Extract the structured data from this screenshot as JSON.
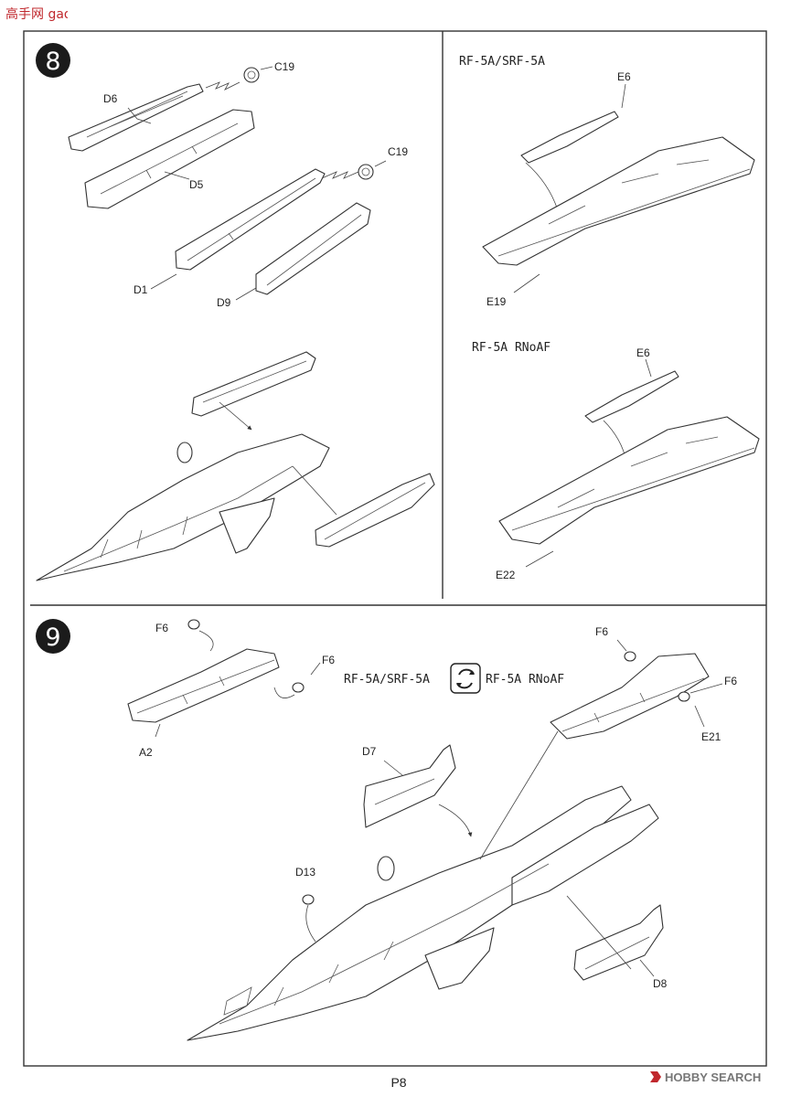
{
  "watermark_top": "高手网 gao.shou.com",
  "watermark_bottom": "HOBBY SEARCH",
  "page_number": "P8",
  "step8": {
    "number": "8",
    "left_labels": {
      "c19_a": "C19",
      "c19_b": "C19",
      "d6": "D6",
      "d5": "D5",
      "d1": "D1",
      "d9": "D9"
    },
    "variant_a": {
      "header": "RF-5A/SRF-5A",
      "e6": "E6",
      "e19": "E19"
    },
    "variant_b": {
      "header": "RF-5A RNoAF",
      "e6": "E6",
      "e22": "E22"
    }
  },
  "step9": {
    "number": "9",
    "variant_a_label": "RF-5A/SRF-5A",
    "variant_b_label": "RF-5A RNoAF",
    "swap_icon": "rotate-arrows-icon",
    "labels": {
      "f6_1": "F6",
      "f6_2": "F6",
      "a2": "A2",
      "f6_3": "F6",
      "f6_4": "F6",
      "e21": "E21",
      "d7": "D7",
      "d13": "D13",
      "d8": "D8"
    }
  }
}
